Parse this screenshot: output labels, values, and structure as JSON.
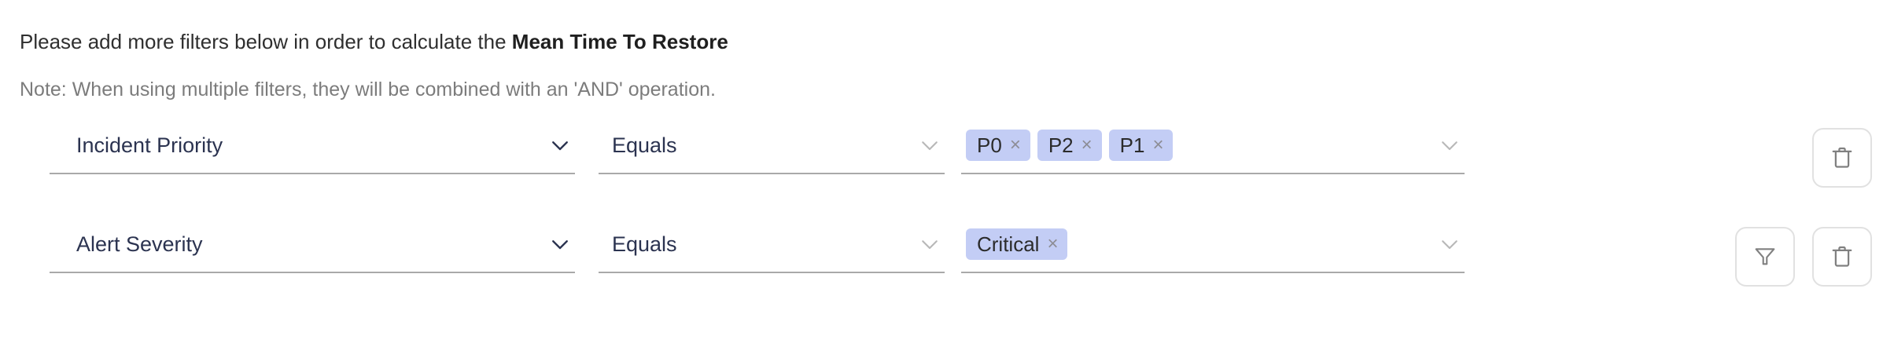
{
  "headline": {
    "prefix": "Please add more filters below in order to calculate the ",
    "metric": "Mean Time To Restore"
  },
  "note": {
    "text": "Note: When using multiple filters, they will be combined with an 'AND' operation."
  },
  "colors": {
    "chip_background": "#c3cdf5",
    "field_text": "#2b3350",
    "note_text": "#7c7c7c",
    "underline": "#a9a9a9",
    "button_border": "#e1e1e1",
    "icon_stroke": "#808080"
  },
  "icons": {
    "chevron_down": "chevron-down-icon",
    "chip_remove": "close-icon",
    "delete": "trash-icon",
    "add_filter": "funnel-icon"
  },
  "filters": [
    {
      "attribute": "Incident Priority",
      "operator": "Equals",
      "values": [
        {
          "label": "P0",
          "remove": "×"
        },
        {
          "label": "P2",
          "remove": "×"
        },
        {
          "label": "P1",
          "remove": "×"
        }
      ],
      "actions": [
        "delete"
      ]
    },
    {
      "attribute": "Alert Severity",
      "operator": "Equals",
      "values": [
        {
          "label": "Critical",
          "remove": "×"
        }
      ],
      "actions": [
        "add-filter",
        "delete"
      ]
    }
  ]
}
